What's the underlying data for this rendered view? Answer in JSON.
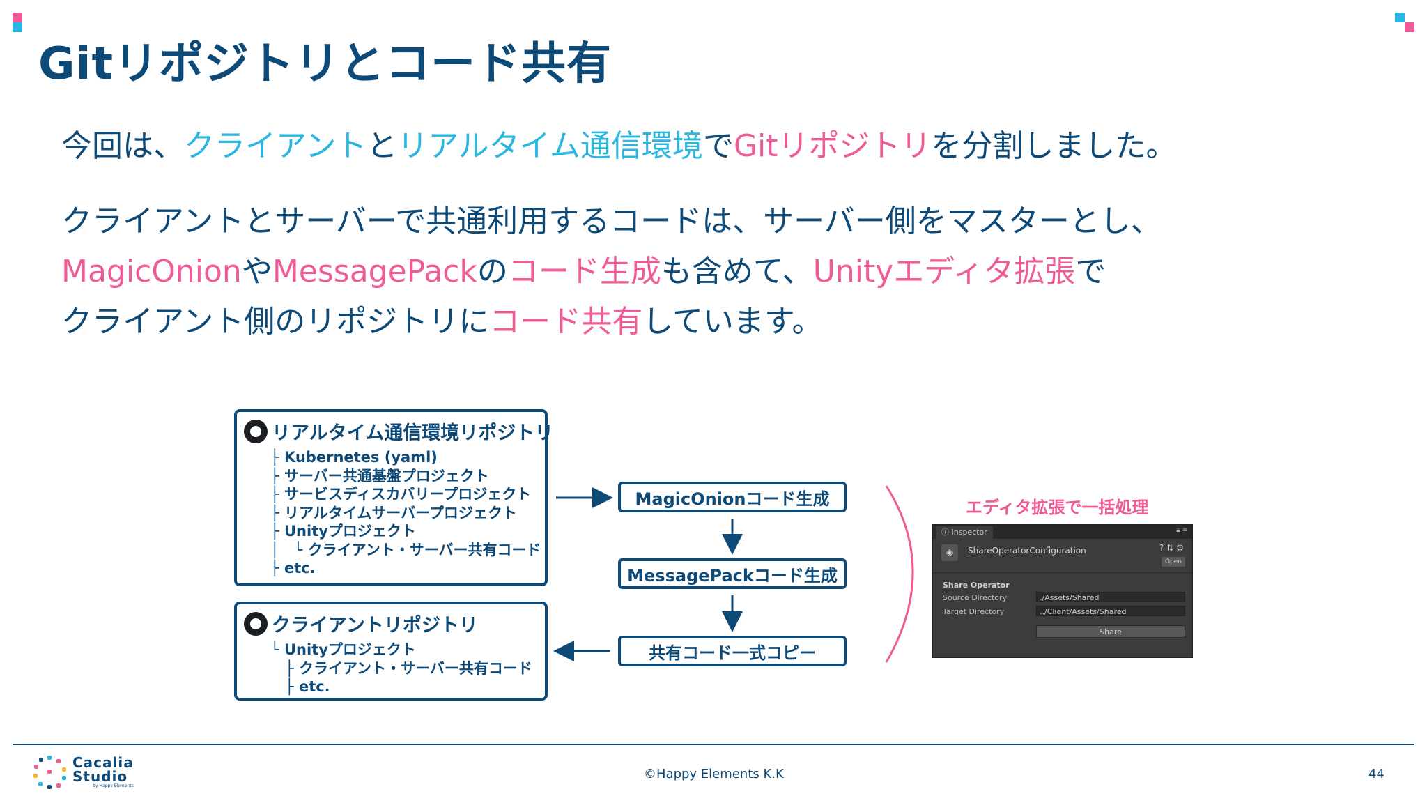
{
  "slide": {
    "title": "Gitリポジトリとコード共有",
    "para1": [
      {
        "text": "今回は、",
        "style": "normal"
      },
      {
        "text": "クライアント",
        "style": "blue"
      },
      {
        "text": "と",
        "style": "normal"
      },
      {
        "text": "リアルタイム通信環境",
        "style": "blue"
      },
      {
        "text": "で",
        "style": "normal"
      },
      {
        "text": "Gitリポジトリ",
        "style": "pink"
      },
      {
        "text": "を分割しました。",
        "style": "normal"
      }
    ],
    "para2_line1": [
      {
        "text": "クライアントとサーバーで共通利用するコードは、サーバー側をマスターとし、",
        "style": "normal"
      }
    ],
    "para2_line2": [
      {
        "text": "MagicOnion",
        "style": "pink"
      },
      {
        "text": "や",
        "style": "normal"
      },
      {
        "text": "MessagePack",
        "style": "pink"
      },
      {
        "text": "の",
        "style": "normal"
      },
      {
        "text": "コード生成",
        "style": "pink"
      },
      {
        "text": "も含めて、",
        "style": "normal"
      },
      {
        "text": "Unityエディタ拡張",
        "style": "pink"
      },
      {
        "text": "で",
        "style": "normal"
      }
    ],
    "para2_line3": [
      {
        "text": "クライアント側のリポジトリに",
        "style": "normal"
      },
      {
        "text": "コード共有",
        "style": "pink"
      },
      {
        "text": "しています。",
        "style": "normal"
      }
    ]
  },
  "diagram": {
    "server_repo": {
      "title": "リアルタイム通信環境リポジトリ",
      "items": [
        "├ Kubernetes (yaml)",
        "├ サーバー共通基盤プロジェクト",
        "├ サービスディスカバリープロジェクト",
        "├ リアルタイムサーバープロジェクト",
        "├ Unityプロジェクト",
        "│　└ クライアント・サーバー共有コード",
        "├ etc."
      ]
    },
    "client_repo": {
      "title": "クライアントリポジトリ",
      "items": [
        "└ Unityプロジェクト",
        "　├ クライアント・サーバー共有コード",
        "　├ etc."
      ]
    },
    "flow_steps": [
      "MagicOnionコード生成",
      "MessagePackコード生成",
      "共有コード一式コピー"
    ],
    "editor_caption": "エディタ拡張で一括処理"
  },
  "inspector": {
    "tab_label": "Inspector",
    "component_name": "ShareOperatorConfiguration",
    "open_label": "Open",
    "section_label": "Share Operator",
    "source_label": "Source Directory",
    "source_value": "./Assets/Shared",
    "target_label": "Target Directory",
    "target_value": "../Client/Assets/Shared",
    "share_label": "Share"
  },
  "footer": {
    "logo_line1": "Cacalia",
    "logo_line2": "Studio",
    "logo_sub": "by Happy Elements",
    "copyright": "©Happy Elements K.K",
    "page_number": "44"
  },
  "colors": {
    "navy": "#0e4a78",
    "blue_accent": "#29b6e0",
    "pink_accent": "#ef5b96"
  }
}
